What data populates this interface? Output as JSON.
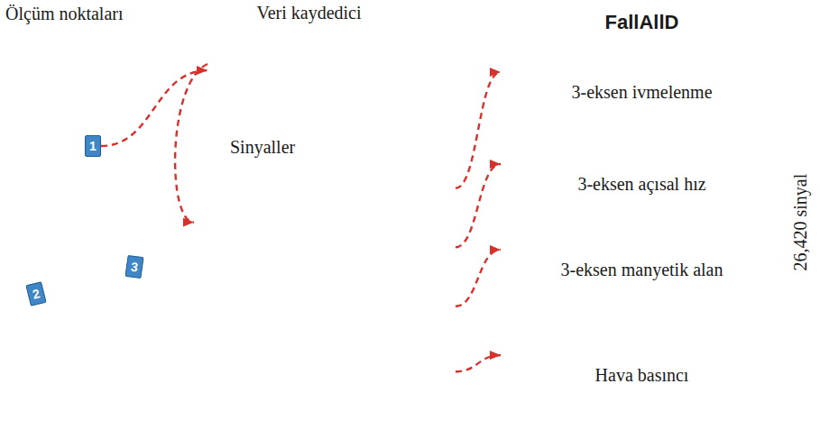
{
  "diagram": {
    "nodes": [
      {
        "text": [
          "Ölçüm noktaları"
        ]
      },
      {
        "text": [
          "1"
        ],
        "in": 0
      },
      {
        "text": [
          "2"
        ],
        "in": 0
      },
      {
        "text": [
          "3"
        ],
        "in": 0
      },
      {
        "text": [
          "Veri kaydedici"
        ]
      },
      {
        "text": [
          "Sinyaller"
        ]
      },
      {
        "text": [
          "FallAllD"
        ]
      },
      {
        "text": [
          "3-eksen ivmelenme"
        ],
        "in": 6
      },
      {
        "text": [
          "3-eksen açısal hız"
        ],
        "in": 6
      },
      {
        "text": [
          "3-eksen manyetik alan"
        ],
        "in": 6
      },
      {
        "text": [
          "Hava basıncı"
        ],
        "in": 6
      }
    ],
    "edges": [
      {
        "from": 1,
        "to": 4,
        "arrow": "to"
      },
      {
        "from": 4,
        "to": 5,
        "arrow": "to"
      },
      {
        "from": 5,
        "to": 7,
        "arrow": "to"
      },
      {
        "from": 5,
        "to": 8,
        "arrow": "to"
      },
      {
        "from": 5,
        "to": 9,
        "arrow": "to"
      },
      {
        "from": 5,
        "to": 10,
        "arrow": "to"
      }
    ],
    "labels": [
      "26,420 sinyal"
    ]
  }
}
